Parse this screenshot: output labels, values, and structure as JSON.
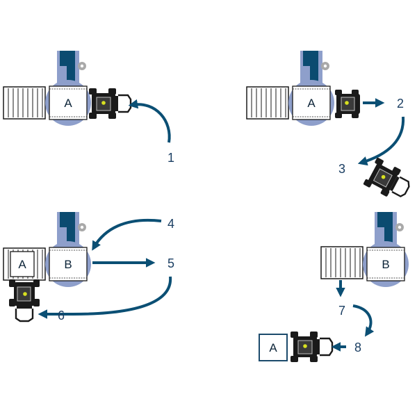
{
  "colors": {
    "arrow": "#0b4f74",
    "machine_light": "#8e9fcb",
    "machine_dark": "#0b4b70",
    "rack_line": "#1a1a1a",
    "label_text": "#1b3f63",
    "forklift_body": "#1a1a1a",
    "forklift_light": "#d7e020"
  },
  "panels": [
    {
      "id": "panel-top-left",
      "boxes": [
        "A"
      ],
      "steps": [
        "1"
      ]
    },
    {
      "id": "panel-top-right",
      "boxes": [
        "A"
      ],
      "steps": [
        "2",
        "3"
      ]
    },
    {
      "id": "panel-bottom-left",
      "boxes": [
        "A",
        "B"
      ],
      "steps": [
        "4",
        "5",
        "6"
      ]
    },
    {
      "id": "panel-bottom-right",
      "boxes": [
        "B",
        "A"
      ],
      "steps": [
        "7",
        "8"
      ]
    }
  ],
  "icons": [
    "pallet-rack-icon",
    "turntable-machine-icon",
    "forklift-icon",
    "curved-arrow-icon",
    "straight-arrow-icon"
  ]
}
